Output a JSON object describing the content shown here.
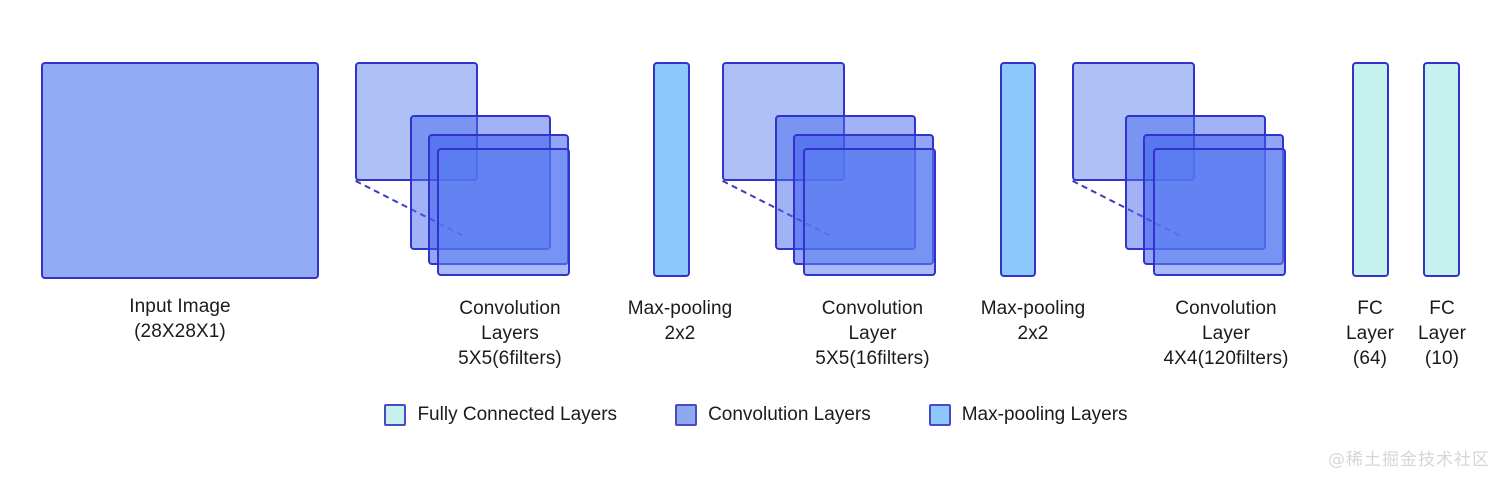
{
  "diagram": {
    "title": "CNN architecture diagram",
    "background_color": "#ffffff",
    "colors": {
      "input_fill": "#93aaf5",
      "conv_fill": "#8fa9ee",
      "pool_fill": "#8cc8fb",
      "fc_fill": "#c5f2ef",
      "stroke": "#3333cc",
      "dash_line": "#3b3bbe",
      "text": "#1b1b1b",
      "watermark": "#d6d6d6"
    },
    "blocks": [
      {
        "id": "input-image",
        "kind": "input",
        "label": "Input Image\n(28X28X1)",
        "label_lines": [
          "Input Image",
          "(28X28X1)"
        ]
      },
      {
        "id": "conv-1",
        "kind": "convolution",
        "label": "Convolution\nLayers\n5X5(6filters)",
        "label_lines": [
          "Convolution",
          "Layers",
          "5X5(6filters)"
        ],
        "filters": 6,
        "kernel": "5X5",
        "stack_count": 4
      },
      {
        "id": "maxpool-1",
        "kind": "maxpool",
        "label": "Max-pooling\n2x2",
        "label_lines": [
          "Max-pooling",
          "2x2"
        ],
        "pool_size": "2x2"
      },
      {
        "id": "conv-2",
        "kind": "convolution",
        "label": "Convolution\nLayer\n5X5(16filters)",
        "label_lines": [
          "Convolution",
          "Layer",
          "5X5(16filters)"
        ],
        "filters": 16,
        "kernel": "5X5",
        "stack_count": 4
      },
      {
        "id": "maxpool-2",
        "kind": "maxpool",
        "label": "Max-pooling\n2x2",
        "label_lines": [
          "Max-pooling",
          "2x2"
        ],
        "pool_size": "2x2"
      },
      {
        "id": "conv-3",
        "kind": "convolution",
        "label": "Convolution\nLayer\n4X4(120filters)",
        "label_lines": [
          "Convolution",
          "Layer",
          "4X4(120filters)"
        ],
        "filters": 120,
        "kernel": "4X4",
        "stack_count": 4
      },
      {
        "id": "fc-1",
        "kind": "fully-connected",
        "label": "FC\nLayer\n(64)",
        "label_lines": [
          "FC",
          "Layer",
          "(64)"
        ],
        "units": 64
      },
      {
        "id": "fc-2",
        "kind": "fully-connected",
        "label": "FC\nLayer\n(10)",
        "label_lines": [
          "FC",
          "Layer",
          "(10)"
        ],
        "units": 10
      }
    ]
  },
  "legend": {
    "items": [
      {
        "label": "Fully Connected Layers",
        "color": "#c5f2ef",
        "swatch": "fc-swatch"
      },
      {
        "label": "Convolution Layers",
        "color": "#8fa9ee",
        "swatch": "conv-swatch"
      },
      {
        "label": "Max-pooling Layers",
        "color": "#8cc8fb",
        "swatch": "pool-swatch"
      }
    ]
  },
  "watermark": {
    "text": "@稀土掘金技术社区"
  }
}
